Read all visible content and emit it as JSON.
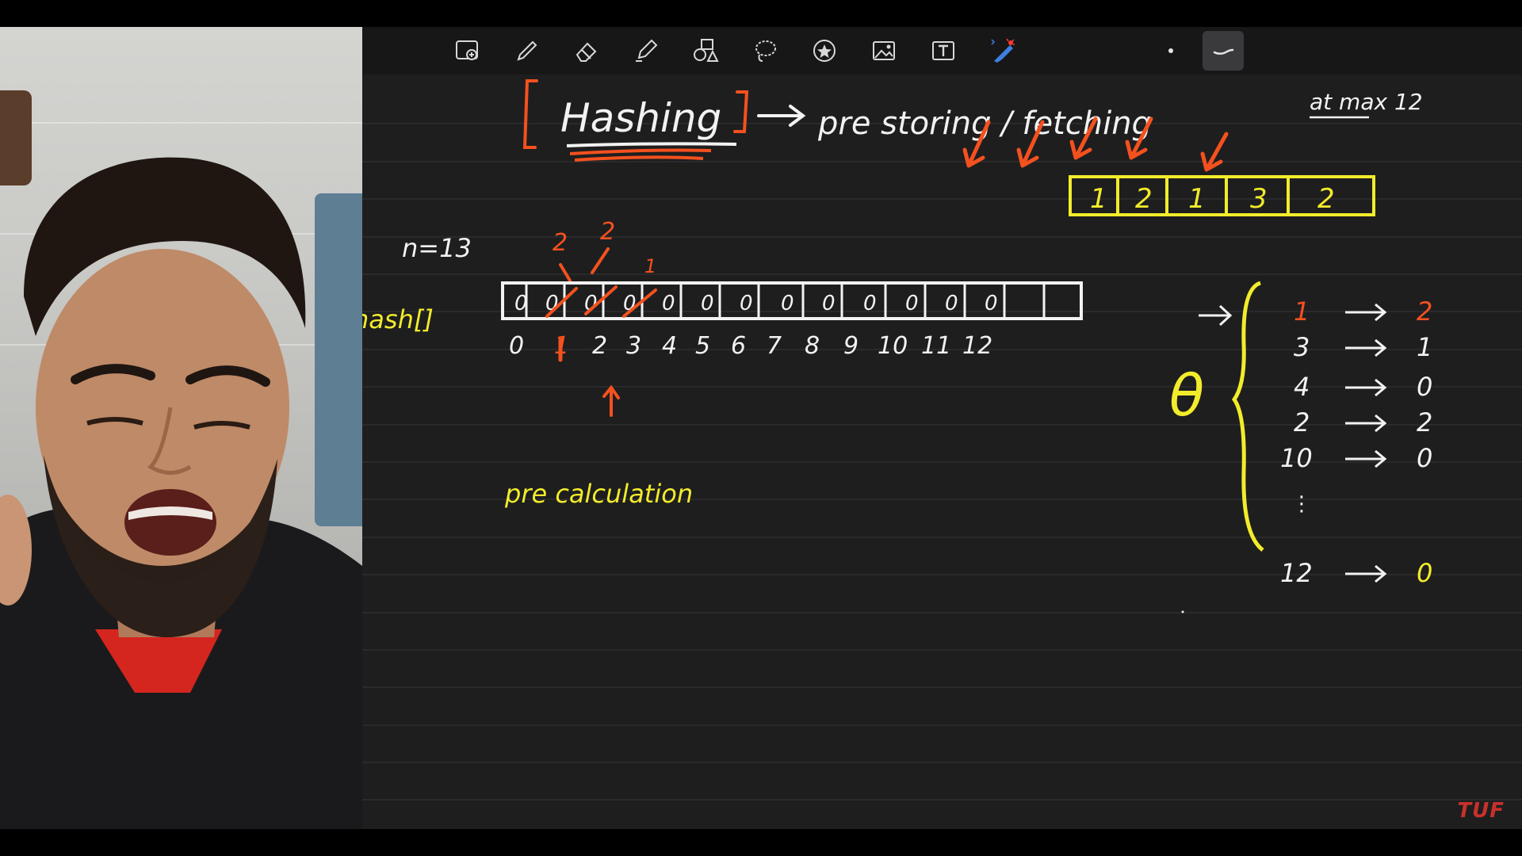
{
  "toolbar": {
    "tools": [
      {
        "name": "add-page-icon",
        "active": false
      },
      {
        "name": "pen-icon",
        "active": false
      },
      {
        "name": "eraser-icon",
        "active": false
      },
      {
        "name": "highlighter-icon",
        "active": false
      },
      {
        "name": "shapes-icon",
        "active": false
      },
      {
        "name": "lasso-icon",
        "active": false
      },
      {
        "name": "sticker-icon",
        "active": false
      },
      {
        "name": "image-icon",
        "active": false
      },
      {
        "name": "text-icon",
        "active": false
      },
      {
        "name": "laser-pointer-icon",
        "active": false
      },
      {
        "name": "dot-size-icon",
        "active": false
      },
      {
        "name": "stroke-style-icon",
        "active": true
      }
    ]
  },
  "notes": {
    "title": "Hashing",
    "arrow_text": "pre storing / fetching",
    "atmax": "at max 12",
    "input_array": [
      "1",
      "2",
      "1",
      "3",
      "2"
    ],
    "n_label": "n=13",
    "hash_label": "hash[]",
    "hash_values": [
      "0",
      "0",
      "0",
      "0",
      "0",
      "0",
      "0",
      "0",
      "0",
      "0",
      "0",
      "0",
      "0"
    ],
    "hash_indices": [
      "0",
      "1",
      "2",
      "3",
      "4",
      "5",
      "6",
      "7",
      "8",
      "9",
      "10",
      "11",
      "12"
    ],
    "updates_above": [
      "2",
      "2",
      "1"
    ],
    "theta": "θ",
    "queries": [
      {
        "q": "1",
        "a": "2"
      },
      {
        "q": "3",
        "a": "1"
      },
      {
        "q": "4",
        "a": "0"
      },
      {
        "q": "2",
        "a": "2"
      },
      {
        "q": "10",
        "a": "0"
      },
      {
        "q": "12",
        "a": "0"
      }
    ],
    "pre_calc": "pre calculation"
  },
  "colors": {
    "ink_white": "#f2f2f2",
    "ink_orange": "#f4511e",
    "ink_yellow": "#f2ec2b",
    "ruled_line": "#2e2e30",
    "toolbar_bg": "#171718",
    "canvas_bg": "#1e1e1f"
  },
  "watermark": "TUF"
}
